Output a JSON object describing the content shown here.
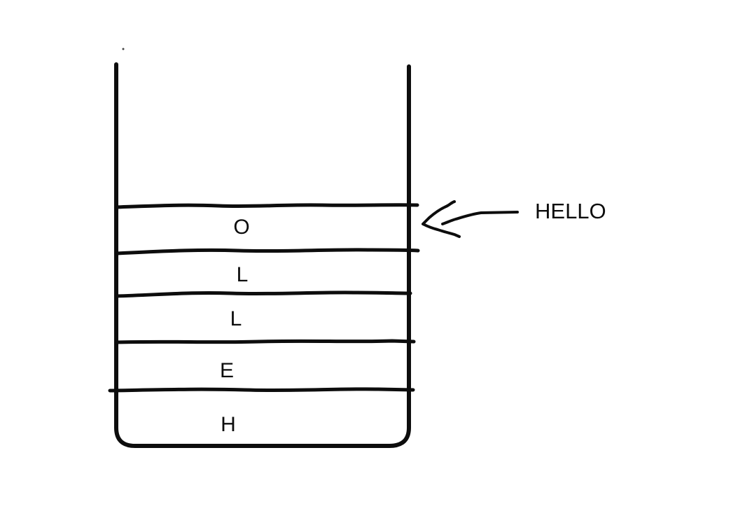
{
  "colors": {
    "background": "#ffffff",
    "ink": "#0d0d0d",
    "stray_dot": "#444444"
  },
  "diagram": {
    "type": "stack",
    "stack": {
      "cells_top_to_bottom": [
        "O",
        "L",
        "L",
        "E",
        "H"
      ],
      "cells_bottom_to_top": [
        "H",
        "E",
        "L",
        "L",
        "O"
      ]
    },
    "annotation": {
      "label": "HELLO",
      "arrow_icon": "hand-drawn-left-arrow",
      "points_to": "top stack cell"
    }
  }
}
